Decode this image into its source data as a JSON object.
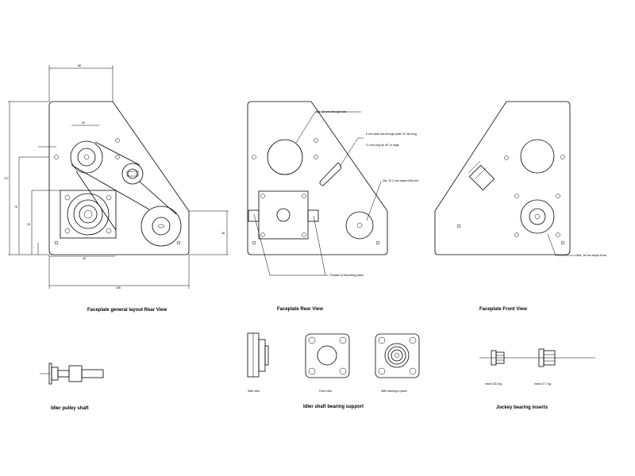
{
  "title_rear_layout": "Faceplate general layout Rear View",
  "title_rear_view": "Faceplate Rear View",
  "title_front_view": "Faceplate Front View",
  "title_idler_shaft": "Idler pulley shaft",
  "title_bearing_support": "Idler shaft bearing support",
  "title_jockey_inserts": "Jockey bearing inserts",
  "note_hole_15": "Dia. 15 mm through hole",
  "note_slot": "6 mm wide slot through plate 22 mm long",
  "note_slot_angle": "21 mm long @ 45° to edge",
  "note_dia_22": "Dia. 22.2 mm depth 6.55 mm",
  "note_mounting": "Position of Mounting points",
  "note_dia_18": "Dia. 18 mm depth 8 mm",
  "support_side": "Side view",
  "support_front": "Front view",
  "support_bearing": "With bearing in place",
  "jockey_left": "Insert 28.3 kg",
  "jockey_right": "Insert 27.7 kg",
  "dim_top": "88",
  "dim_inner": "25",
  "dim_left_outer": "127",
  "dim_left_mid": "75",
  "dim_left_small": "25",
  "dim_bottom_small": "49",
  "dim_bottom_total": "155",
  "dim_right": "48"
}
